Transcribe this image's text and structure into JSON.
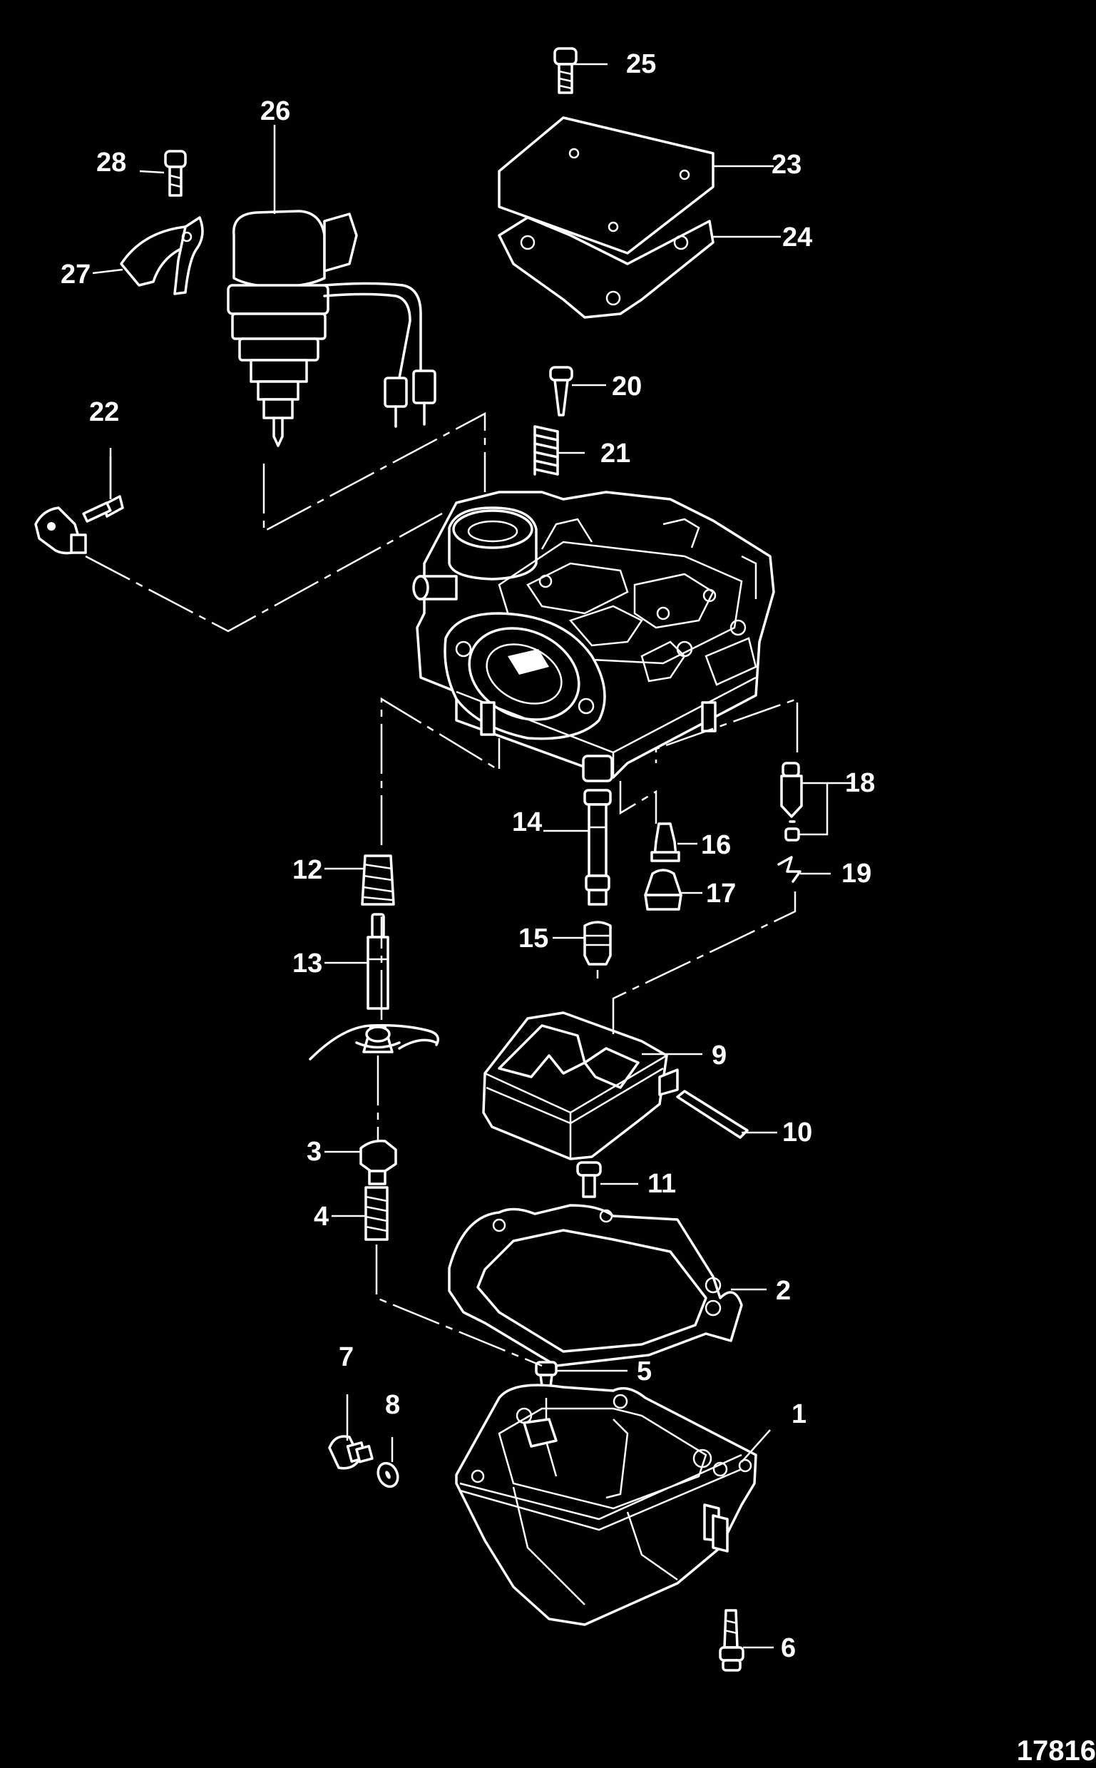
{
  "diagram": {
    "reference_number": "17816",
    "callouts": {
      "c1": "1",
      "c2": "2",
      "c3": "3",
      "c4": "4",
      "c5": "5",
      "c6": "6",
      "c7": "7",
      "c8": "8",
      "c9": "9",
      "c10": "10",
      "c11": "11",
      "c12": "12",
      "c13": "13",
      "c14": "14",
      "c15": "15",
      "c16": "16",
      "c17": "17",
      "c18": "18",
      "c19": "19",
      "c20": "20",
      "c21": "21",
      "c22": "22",
      "c23": "23",
      "c24": "24",
      "c25": "25",
      "c26": "26",
      "c27": "27",
      "c28": "28"
    }
  }
}
